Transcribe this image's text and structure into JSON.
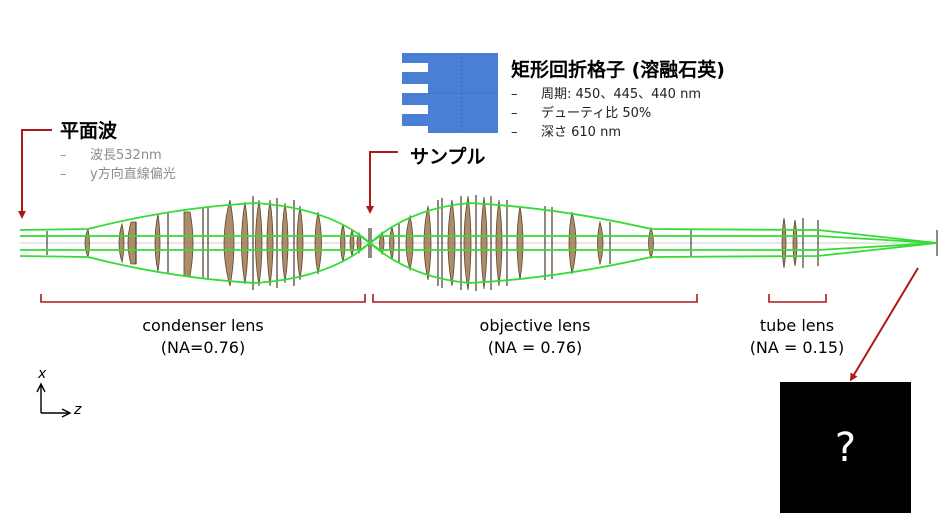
{
  "input": {
    "title": "平面波",
    "bullets": [
      "波長532nm",
      "y方向直線偏光"
    ]
  },
  "sample": {
    "title": "サンプル"
  },
  "grating": {
    "title": "矩形回折格子 (溶融石英)",
    "bullets": [
      "周期: 450、445、440 nm",
      "デューティ比 50%",
      "深さ 610 nm"
    ]
  },
  "lenses": {
    "condenser": {
      "name": "condenser lens",
      "na": "(NA=0.76)"
    },
    "objective": {
      "name": "objective lens",
      "na": "(NA = 0.76)"
    },
    "tube": {
      "name": "tube lens",
      "na": "(NA = 0.15)"
    }
  },
  "output": {
    "symbol": "?"
  },
  "axes": {
    "x": "x",
    "z": "z"
  },
  "bullet_dash": "–",
  "colors": {
    "arrow": "#b01818",
    "ray": "#33dd33",
    "lens": "#a07850",
    "grating": "#4a7fd6"
  }
}
